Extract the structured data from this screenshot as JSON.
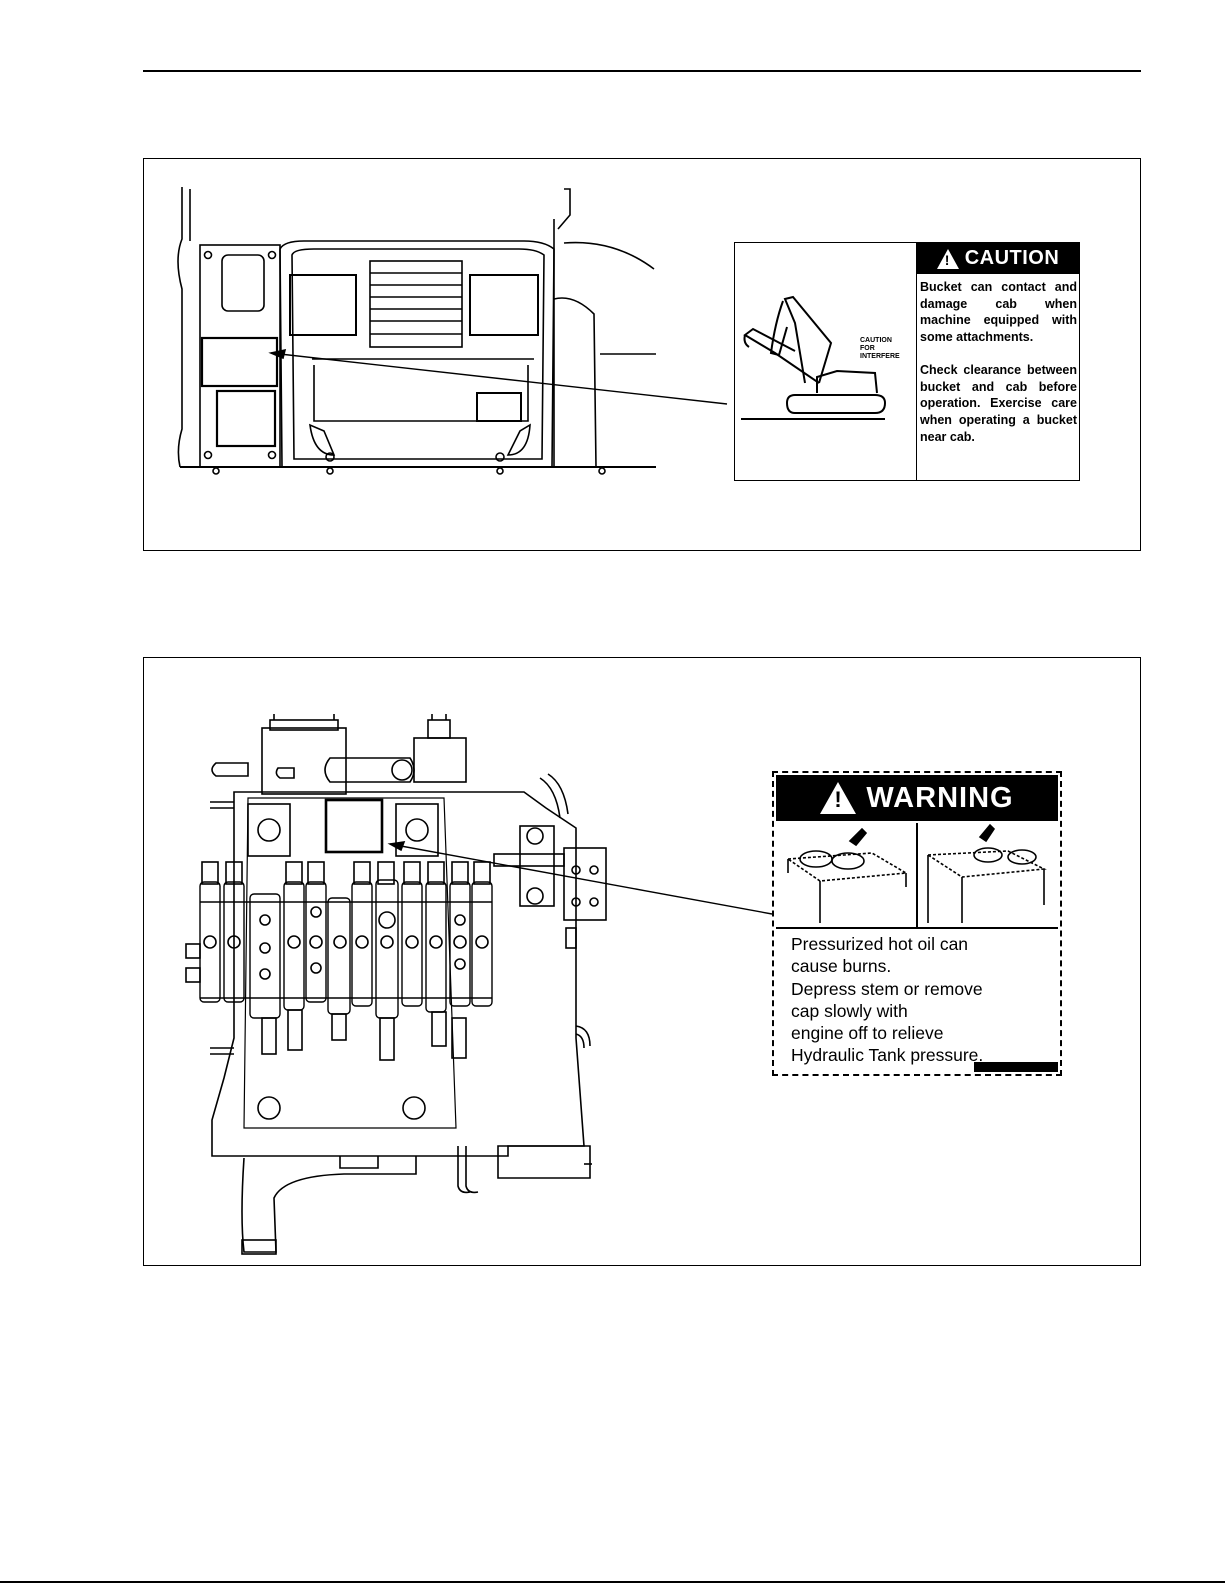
{
  "caution_figure": {
    "decal": {
      "header": "CAUTION",
      "paragraphs": [
        "Bucket can contact and damage cab when machine equipped with some attachments.",
        "Check clearance between bucket and cab before operation. Exercise care when operating a bucket near cab."
      ],
      "mini_label": [
        "CAUTION",
        "FOR",
        "INTERFERE"
      ]
    }
  },
  "warning_figure": {
    "decal": {
      "header": "WARNING",
      "lines": [
        "Pressurized hot oil can",
        "cause burns.",
        "Depress stem or remove",
        "cap slowly with",
        "engine off to relieve",
        "Hydraulic Tank pressure."
      ]
    }
  }
}
